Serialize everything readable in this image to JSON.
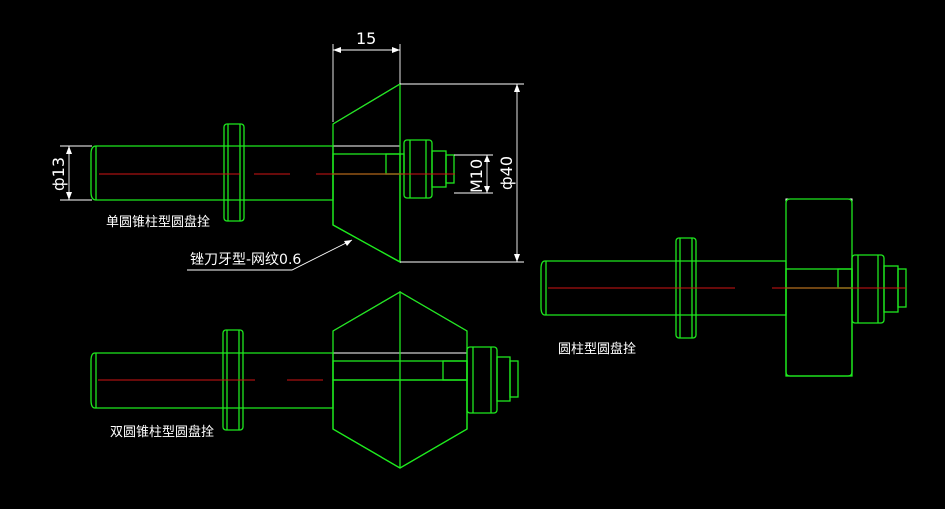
{
  "labels": {
    "single_cone": "单圆锥柱型圆盘拴",
    "double_cone": "双圆锥柱型圆盘拴",
    "cylinder": "圆柱型圆盘拴",
    "knurl_note": "锉刀牙型-网纹0.6"
  },
  "dimensions": {
    "width_15": "15",
    "dia_13": "ф13",
    "thread_m10": "M10",
    "dia_40": "ф40"
  },
  "colors": {
    "background": "#000000",
    "outline": "#1ee81e",
    "centerline": "#d11414",
    "dimension": "#ffffff"
  }
}
